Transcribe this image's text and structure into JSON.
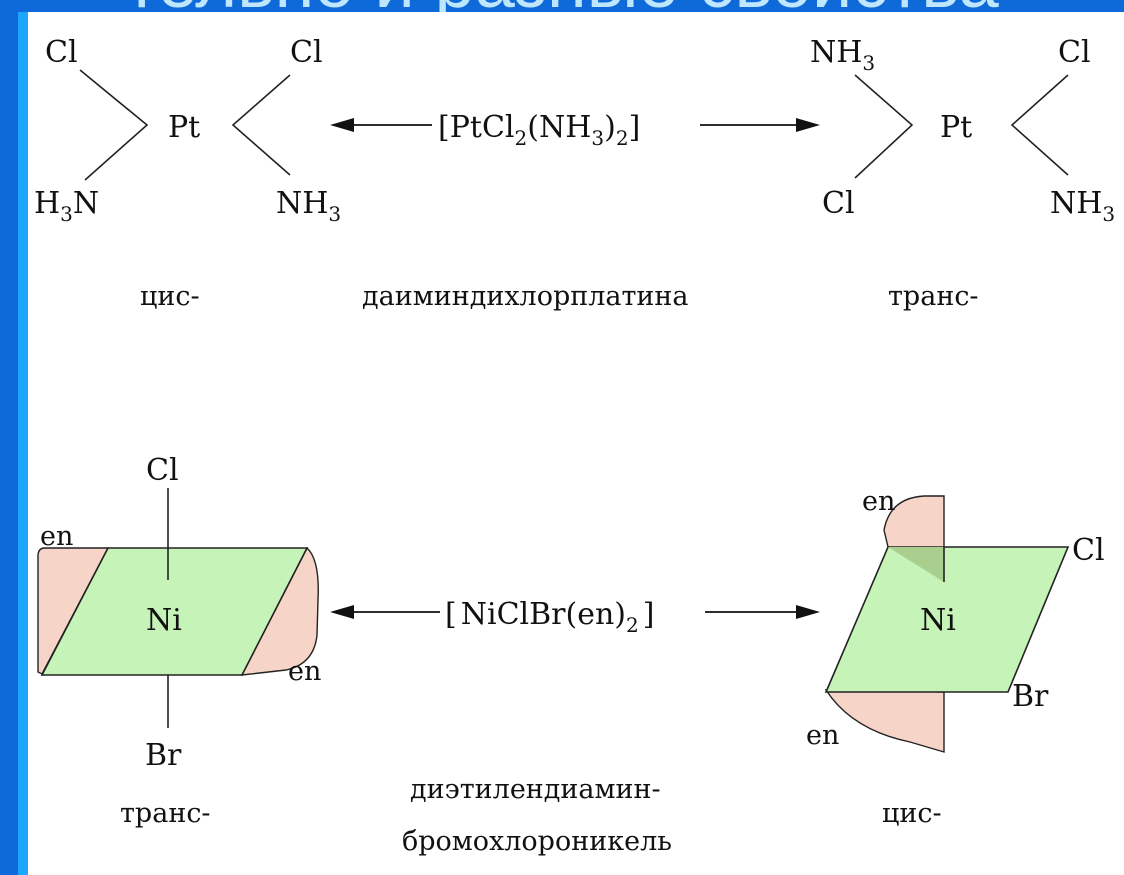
{
  "header": {
    "partial_title": "тельно и разные свойства"
  },
  "colors": {
    "background": "#0e6ad8",
    "panel_border": "#1ea6ff",
    "plane_fill": "#c6f3b8",
    "lobe_fill": "#f6d5c8"
  },
  "pt": {
    "cis": {
      "metal": "Pt",
      "top_left": "Cl",
      "top_right": "Cl",
      "bottom_left": "H3N",
      "bottom_right": "NH3",
      "caption": "цис-"
    },
    "trans": {
      "metal": "Pt",
      "top_left": "NH3",
      "top_right": "Cl",
      "bottom_left": "Cl",
      "bottom_right": "NH3",
      "caption": "транс-"
    },
    "formula": "[PtCl2(NH3)2]",
    "caption": "даиминдихлорплатина"
  },
  "ni": {
    "trans": {
      "metal": "Ni",
      "top": "Cl",
      "bottom": "Br",
      "en_a": "en",
      "en_b": "en",
      "caption": "транс-"
    },
    "cis": {
      "metal": "Ni",
      "right": "Cl",
      "bottom_right": "Br",
      "en_a": "en",
      "en_b": "en",
      "caption": "цис-"
    },
    "formula": "[NiClBr(en)2]",
    "caption_line1": "диэтилендиамин-",
    "caption_line2": "бромохлороникель"
  }
}
